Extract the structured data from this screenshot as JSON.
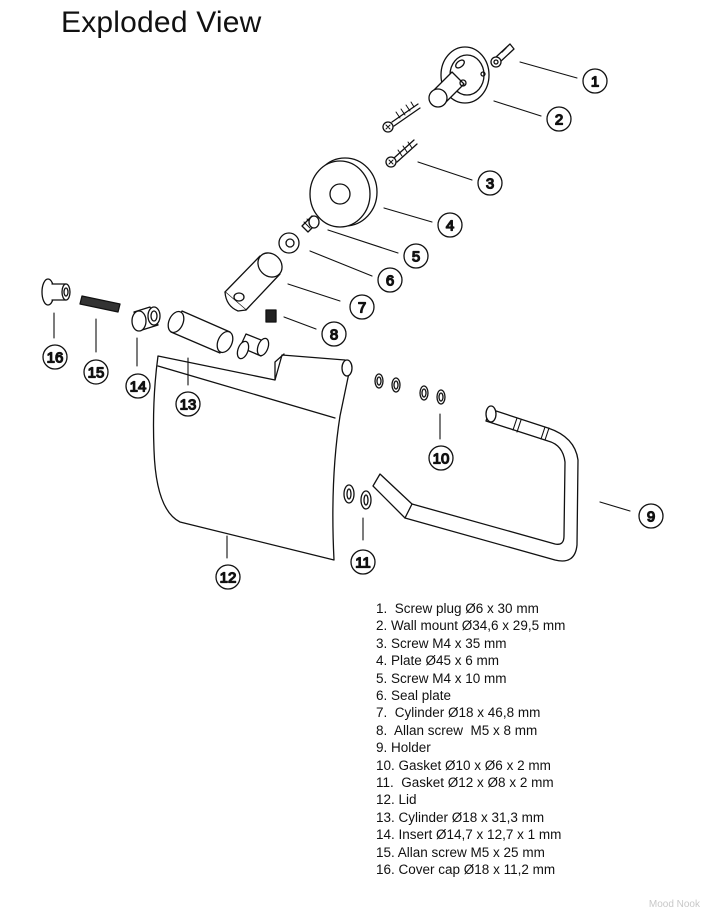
{
  "title": "Exploded View",
  "callouts": [
    "1",
    "2",
    "3",
    "4",
    "5",
    "6",
    "7",
    "8",
    "9",
    "10",
    "11",
    "12",
    "13",
    "14",
    "15",
    "16"
  ],
  "parts": [
    "1.  Screw plug Ø6 x 30 mm",
    "2. Wall mount Ø34,6 x 29,5 mm",
    "3. Screw M4 x 35 mm",
    "4. Plate Ø45 x 6 mm",
    "5. Screw M4 x 10 mm",
    "6. Seal plate",
    "7.  Cylinder Ø18 x 46,8 mm",
    "8.  Allan screw  M5 x 8 mm",
    "9. Holder",
    "10. Gasket Ø10 x Ø6 x 2 mm",
    "11.  Gasket Ø12 x Ø8 x 2 mm",
    "12. Lid",
    "13. Cylinder Ø18 x 31,3 mm",
    "14. Insert Ø14,7 x 12,7 x 1 mm",
    "15. Allan screw M5 x 25 mm",
    "16. Cover cap Ø18 x 11,2 mm"
  ],
  "watermark": "Mood Nook"
}
